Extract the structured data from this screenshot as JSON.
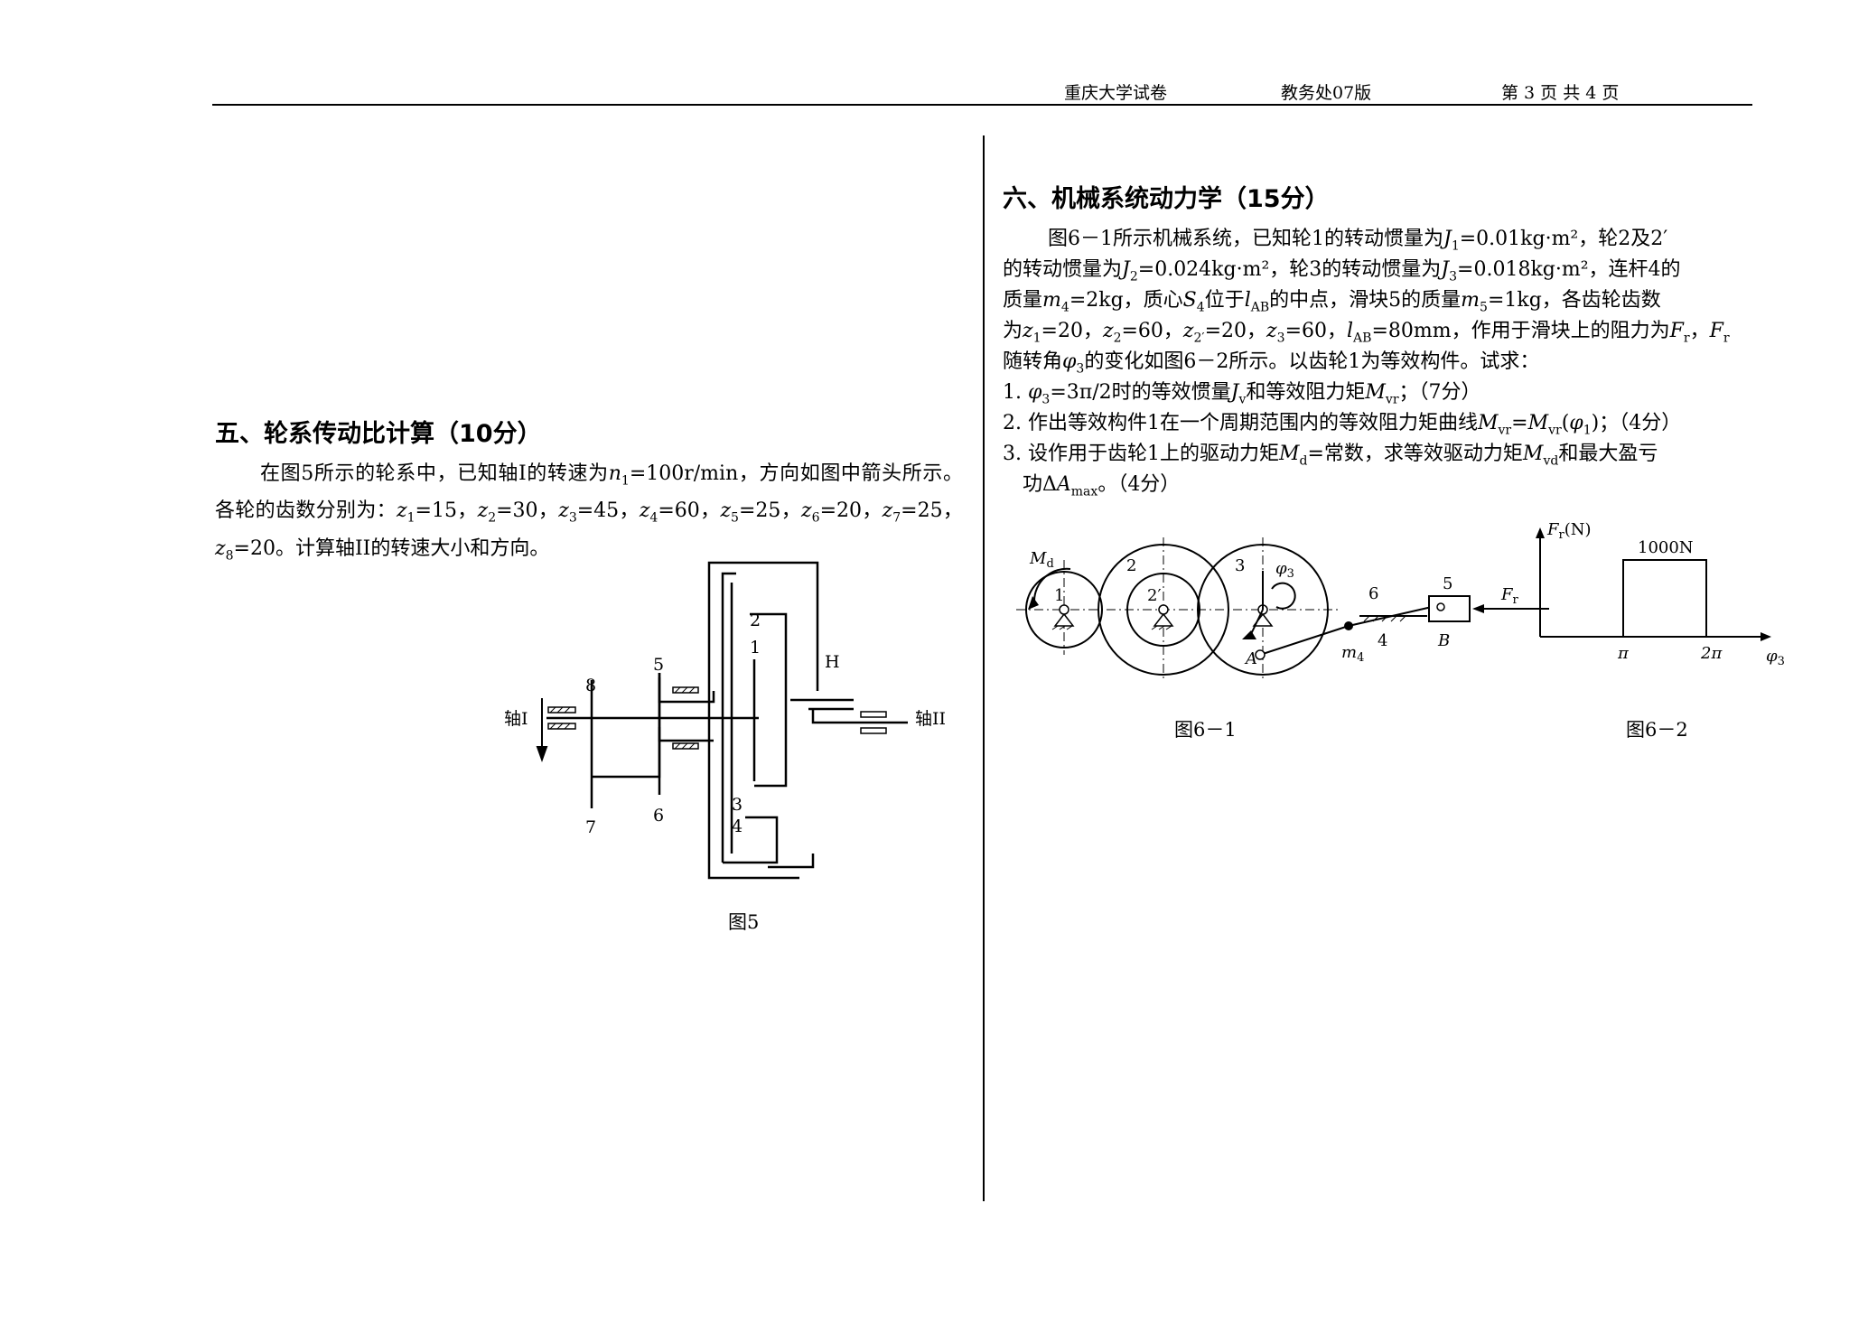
{
  "header": {
    "school": "重庆大学试卷",
    "office": "教务处07版",
    "page": "第 3 页  共 4 页"
  },
  "section5": {
    "title": "五、轮系传动比计算（10分）",
    "p_intro": "在图5所示的轮系中，已知轴I的转速为",
    "p_speed_val": "=100r/min，方向如图中箭头所示。各轮的齿数分别为：",
    "p_end": "。计算轴II的转速大小和方向。",
    "z1": "=15，",
    "z2": "=30，",
    "z3": "=45，",
    "z4": "=60，",
    "z5": "=25，",
    "z6": "=20，",
    "z7": "=25，",
    "z8": "=20",
    "figure": {
      "caption": "图5",
      "shaft_in": "轴I",
      "shaft_out": "轴II",
      "carrier": "H",
      "labels": [
        "1",
        "2",
        "3",
        "4",
        "5",
        "6",
        "7",
        "8"
      ]
    }
  },
  "section6": {
    "title": "六、机械系统动力学（15分）",
    "l1_a": "图6－1所示机械系统，已知轮1的转动惯量为",
    "l1_b": "=0.01kg·m²，轮2及2′",
    "l2_a": "的转动惯量为",
    "l2_b": "=0.024kg·m²，轮3的转动惯量为",
    "l2_c": "=0.018kg·m²，连杆4的",
    "l3_a": "质量",
    "l3_b": "=2kg，质心",
    "l3_c": "位于",
    "l3_d": "的中点，滑块5的质量",
    "l3_e": "=1kg，各齿轮齿数",
    "l4_a": "为",
    "l4_z1": "=20，",
    "l4_z2": "=60，",
    "l4_z2p": "=20，",
    "l4_z3": "=60，",
    "l4_lab": "=80mm，作用于滑块上的阻力为",
    "l4_end": "，",
    "l5_a": "随转角",
    "l5_b": "的变化如图6－2所示。以齿轮1为等效构件。试求：",
    "q1_a": "1. ",
    "q1_b": "=3π/2时的等效惯量",
    "q1_c": "和等效阻力矩",
    "q1_d": "；（7分）",
    "q2_a": "2. 作出等效构件1在一个周期范围内的等效阻力矩曲线",
    "q2_b": "=",
    "q2_c": "(",
    "q2_d": ")；（4分）",
    "q3_a": "3. 设作用于齿轮1上的驱动力矩",
    "q3_b": "=常数，求等效驱动力矩",
    "q3_c": "和最大盈亏",
    "q3_d": "功Δ",
    "q3_e": "。（4分）",
    "fig1": {
      "caption": "图6－1",
      "md": "M",
      "md_sub": "d",
      "g1": "1",
      "g2": "2",
      "g2p": "2′",
      "g3": "3",
      "phi": "φ",
      "phi_sub": "3",
      "link": "6",
      "slider": "5",
      "four": "4",
      "A": "A",
      "B": "B",
      "m": "m",
      "m_sub": "4",
      "F": "F",
      "F_sub": "r"
    },
    "fig2": {
      "caption": "图6－2",
      "y_label": "F",
      "y_sub": "r",
      "y_unit": "(N)",
      "level_label": "1000N",
      "tick_pi": "π",
      "tick_2pi": "2π",
      "x_label": "φ",
      "x_sub": "3"
    }
  },
  "chart_data": {
    "type": "area",
    "title": "",
    "xlabel": "φ3",
    "ylabel": "Fr (N)",
    "x_ticks": [
      "π",
      "2π"
    ],
    "x": [
      0,
      3.1416,
      3.1416,
      6.2832,
      6.2832
    ],
    "y": [
      0,
      0,
      1000,
      1000,
      0
    ],
    "annotations": [
      "1000N"
    ]
  }
}
